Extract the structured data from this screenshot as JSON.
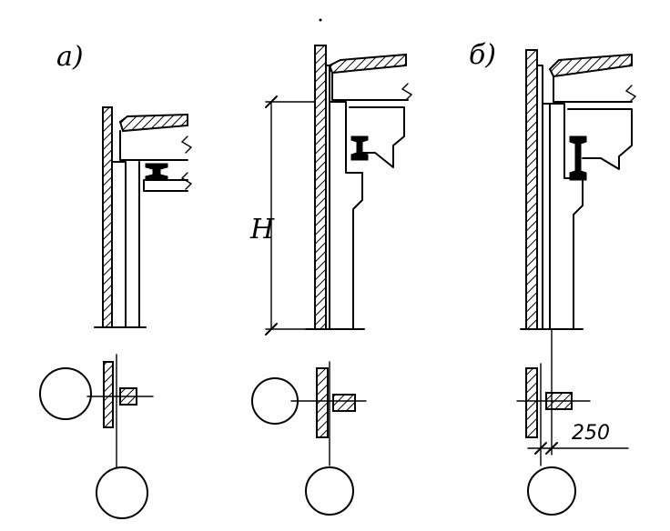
{
  "labels": {
    "variant_a": "а)",
    "variant_b": "б)",
    "height": "H",
    "offset": "250"
  },
  "colors": {
    "ink": "#000000",
    "paper": "#ffffff"
  }
}
